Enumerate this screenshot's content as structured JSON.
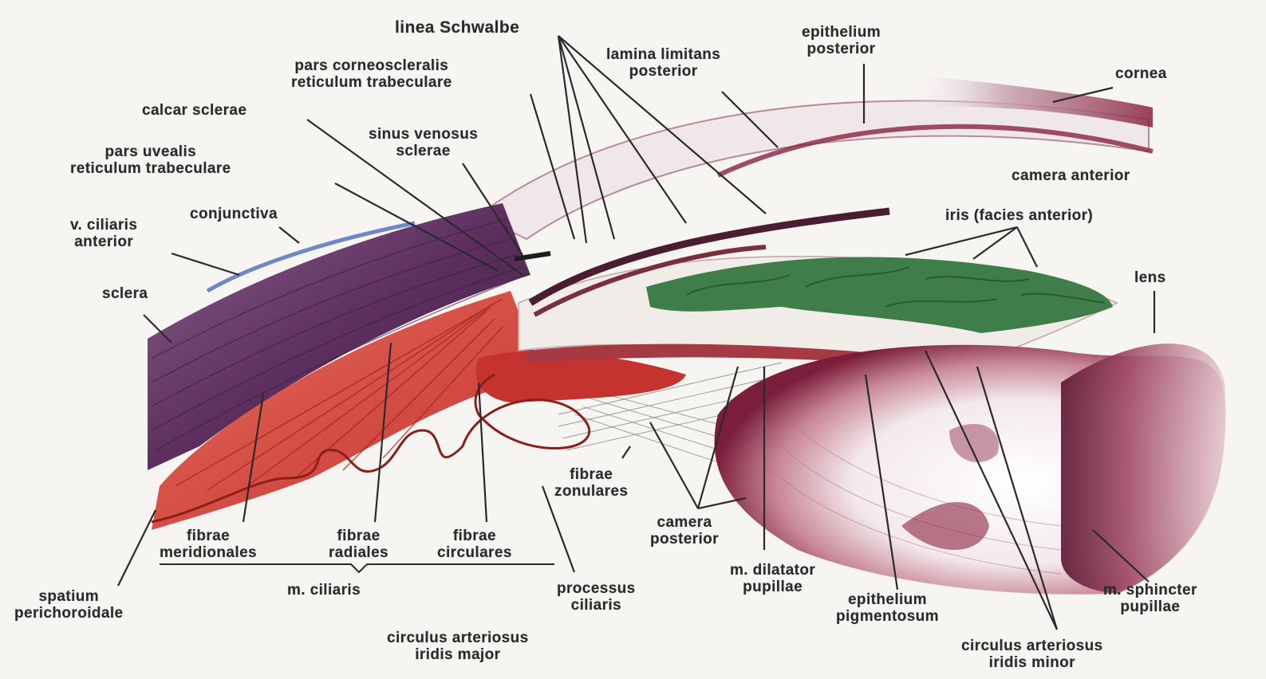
{
  "labels": {
    "linea_schwalbe": "linea Schwalbe",
    "pars_corneoscleralis": "pars corneoscleralis\nreticulum trabeculare",
    "lamina_limitans": "lamina limitans\nposterior",
    "epithelium_posterior": "epithelium\nposterior",
    "cornea": "cornea",
    "calcar_sclerae": "calcar sclerae",
    "sinus_venosus": "sinus venosus\nsclerae",
    "pars_uvealis": "pars uvealis\nreticulum trabeculare",
    "camera_anterior": "camera anterior",
    "v_ciliaris": "v. ciliaris\nanterior",
    "conjunctiva": "conjunctiva",
    "iris_facies": "iris (facies anterior)",
    "sclera": "sclera",
    "lens": "lens",
    "fibrae_zonulares": "fibrae\nzonulares",
    "camera_posterior": "camera\nposterior",
    "fibrae_meridionales": "fibrae\nmeridionales",
    "fibrae_radiales": "fibrae\nradiales",
    "fibrae_circulares": "fibrae\ncirculares",
    "m_dilatator": "m. dilatator\npupillae",
    "m_ciliaris": "m. ciliaris",
    "processus_ciliaris": "processus\nciliaris",
    "epithelium_pigmentosum": "epithelium\npigmentosum",
    "m_sphincter": "m. sphincter\npupillae",
    "spatium": "spatium\nperichoroidale",
    "circulus_major": "circulus arteriosus\niridis major",
    "circulus_minor": "circulus arteriosus\niridis minor"
  },
  "colors": {
    "sclera": "#6e3d6e",
    "muscle": "#d9473f",
    "iris": "#3f7d4a",
    "cornea": "#8a2340",
    "lens": "#7a1e3c",
    "conjunctiva_vein": "#6f86c8",
    "ink": "#2a2a2e"
  }
}
